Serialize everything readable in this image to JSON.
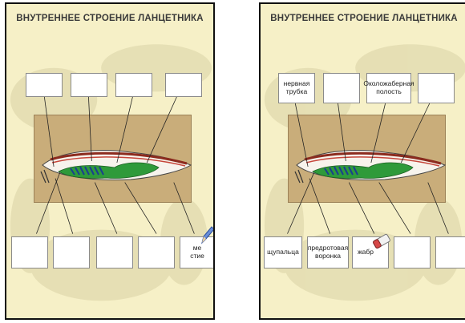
{
  "title": "ВНУТРЕННЕЕ СТРОЕНИЕ ЛАНЦЕТНИКА",
  "left_slide": {
    "top_labels": [
      "",
      "",
      "",
      ""
    ],
    "bottom_labels": [
      "",
      "",
      "",
      "",
      "ме\nстие"
    ]
  },
  "right_slide": {
    "top_labels": [
      "нервная\nтрубка",
      "",
      "Околожаберная\nполость",
      ""
    ],
    "bottom_labels": [
      "щупальца",
      "предротовая\nворонка",
      "жабр",
      "",
      ""
    ]
  },
  "icons": [
    "pencil-icon",
    "eraser-icon"
  ]
}
